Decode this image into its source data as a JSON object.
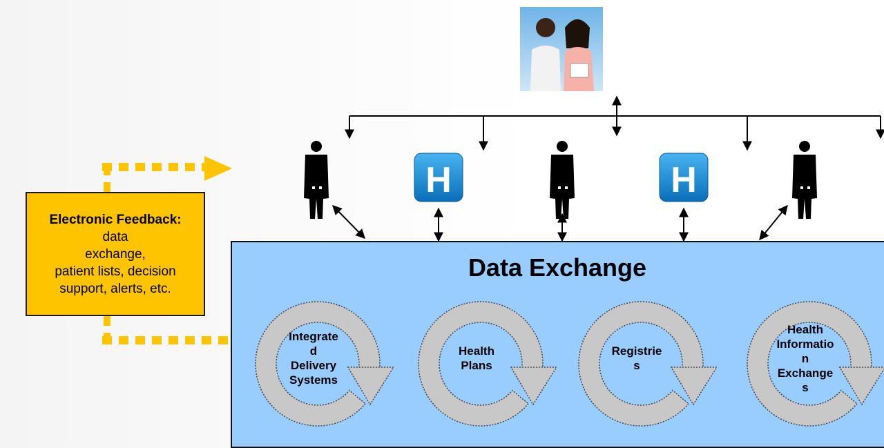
{
  "feedback": {
    "title": "Electronic Feedback:",
    "line1": "data",
    "line2": "exchange,",
    "line3": "patient lists, decision",
    "line4": "support, alerts, etc."
  },
  "exchange": {
    "title": "Data Exchange"
  },
  "cycles": [
    {
      "lines": [
        "Integrate",
        "d",
        "Delivery",
        "Systems"
      ]
    },
    {
      "lines": [
        "Health",
        "Plans"
      ]
    },
    {
      "lines": [
        "Registrie",
        "s"
      ]
    },
    {
      "lines": [
        "Health",
        "Informatio",
        "n",
        "Exchange",
        "s"
      ]
    }
  ],
  "icons": {
    "people": "patient-couple-icon",
    "doctor": "doctor-silhouette-icon",
    "hospital": "hospital-h-icon",
    "hospital_letter": "H"
  },
  "colors": {
    "feedback_fill": "#ffc400",
    "dotted_arrow": "#ffc400",
    "panel_fill": "#99ccff",
    "cycle_gray": "#c8c8c8",
    "hospital_blue": "#1c8fd6"
  }
}
